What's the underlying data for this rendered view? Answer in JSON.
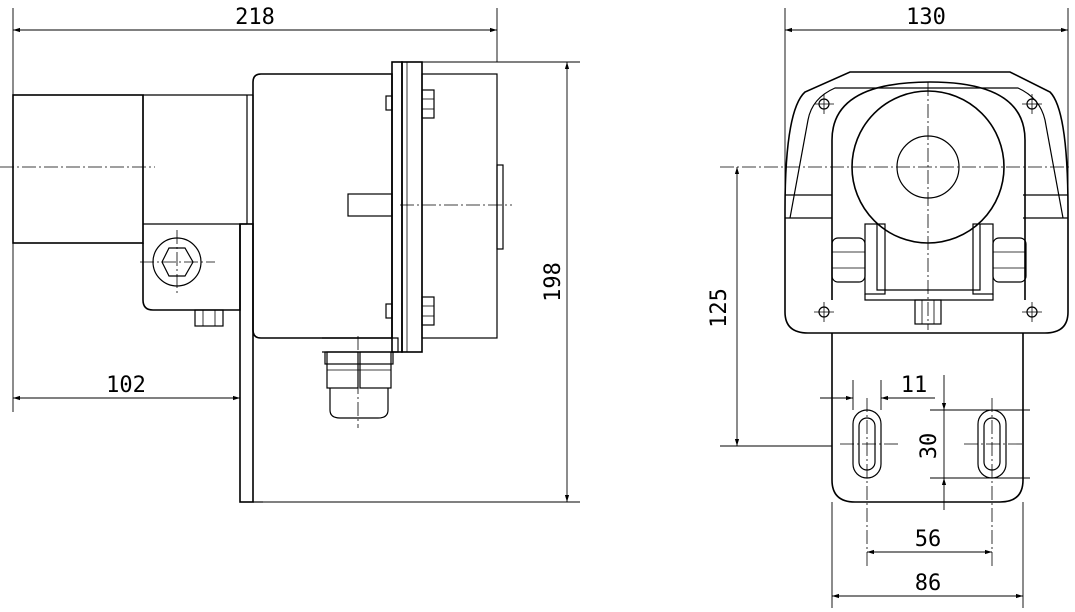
{
  "colors": {
    "line": "#000000",
    "background": "#ffffff"
  },
  "side_view": {
    "dim_overall_width": "218",
    "dim_height": "198",
    "dim_bracket_offset": "102"
  },
  "front_view": {
    "dim_overall_width": "130",
    "dim_axis_height": "125",
    "dim_slot_width": "11",
    "dim_slot_length": "30",
    "dim_slot_spacing": "56",
    "dim_plate_width": "86"
  }
}
